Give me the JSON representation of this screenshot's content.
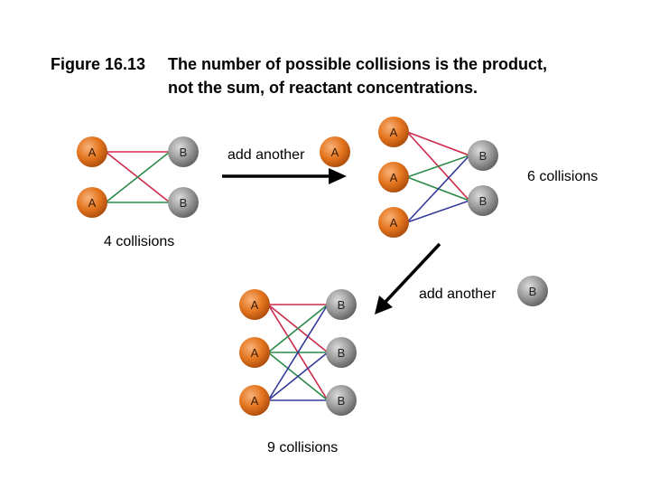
{
  "figure": {
    "label": "Figure 16.13",
    "title_line1": "The number of possible collisions is the product,",
    "title_line2": "not the sum, of reactant concentrations."
  },
  "molecules": {
    "a_label": "A",
    "b_label": "B",
    "a_color": "#e4751e",
    "b_color": "#9a9a9a"
  },
  "line_colors": [
    "#cc2a4a",
    "#2a8a4a",
    "#333a99"
  ],
  "panels": [
    {
      "id": "two-by-two",
      "collisions_label": "4 collisions",
      "a_count": 2,
      "b_count": 2
    },
    {
      "id": "three-by-two",
      "collisions_label": "6 collisions",
      "a_count": 3,
      "b_count": 2
    },
    {
      "id": "three-by-three",
      "collisions_label": "9 collisions",
      "a_count": 3,
      "b_count": 3
    }
  ],
  "transitions": [
    {
      "label": "add another",
      "added": "A"
    },
    {
      "label": "add another",
      "added": "B"
    }
  ]
}
